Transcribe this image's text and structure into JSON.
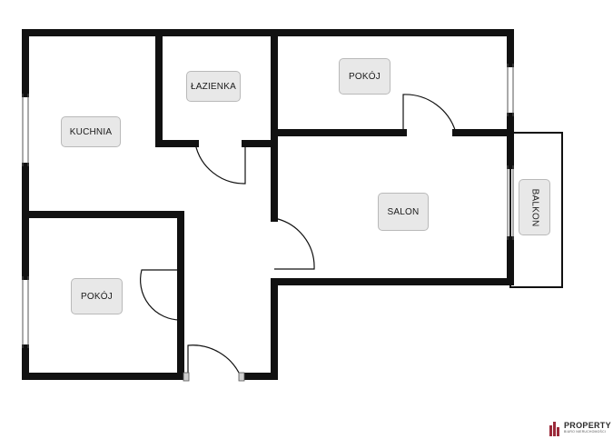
{
  "rooms": {
    "kuchnia": "KUCHNIA",
    "lazienka": "ŁAZIENKA",
    "pokoj_top": "POKÓJ",
    "salon": "SALON",
    "balkon": "BALKON",
    "pokoj_bottom": "POKÓJ"
  },
  "colors": {
    "wall": "#111111",
    "label_fill": "#e8e8e8",
    "label_border": "#b9b9b9",
    "logo_accent": "#9b2a3a"
  },
  "logo": {
    "name": "PROPERTY",
    "subtitle": "BIURO NIERUCHOMOŚCI"
  }
}
